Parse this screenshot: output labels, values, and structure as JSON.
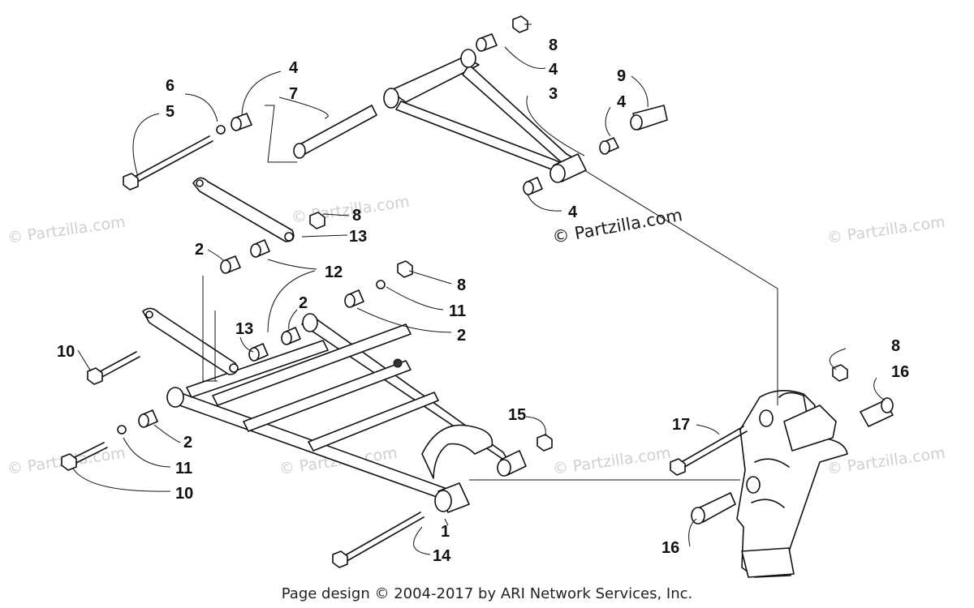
{
  "watermark": "© Partzilla.com",
  "center_watermark": "© Partzilla.com",
  "footer": "Page design © 2004-2017 by ARI Network Services, Inc.",
  "callouts": [
    "1",
    "2",
    "3",
    "4",
    "5",
    "6",
    "7",
    "8",
    "9",
    "10",
    "11",
    "12",
    "13",
    "14",
    "15",
    "16",
    "17"
  ]
}
